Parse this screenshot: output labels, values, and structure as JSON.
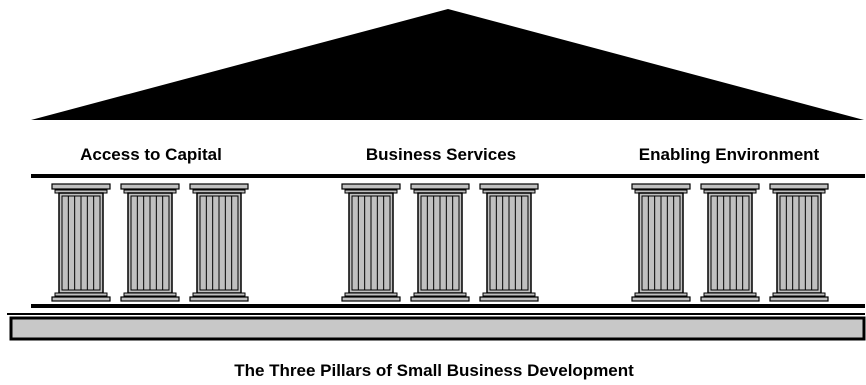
{
  "pillar_groups": [
    {
      "label": "Access to Capital",
      "column_count": 3
    },
    {
      "label": "Business Services",
      "column_count": 3
    },
    {
      "label": "Enabling Environment",
      "column_count": 3
    }
  ],
  "caption": "The Three Pillars of Small Business Development",
  "colors": {
    "roof": "#000000",
    "column_fill": "#c0c0c0",
    "column_stroke": "#000000",
    "base_fill": "#c8c8c8",
    "background": "#ffffff"
  }
}
